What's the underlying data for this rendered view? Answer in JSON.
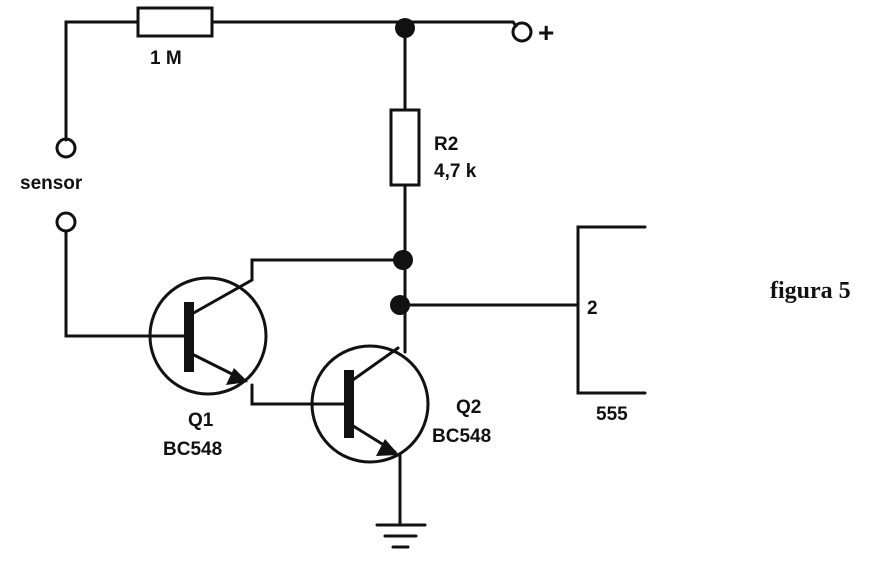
{
  "figure_label": "figura 5",
  "supply": {
    "plus_label": "+"
  },
  "sensor": {
    "label": "sensor"
  },
  "r1": {
    "value": "1 M"
  },
  "r2": {
    "name": "R2",
    "value": "4,7 k"
  },
  "q1": {
    "name": "Q1",
    "type": "BC548"
  },
  "q2": {
    "name": "Q2",
    "type": "BC548"
  },
  "ic": {
    "name": "555",
    "pin": "2"
  },
  "colors": {
    "ink": "#111111",
    "paper": "#ffffff"
  }
}
